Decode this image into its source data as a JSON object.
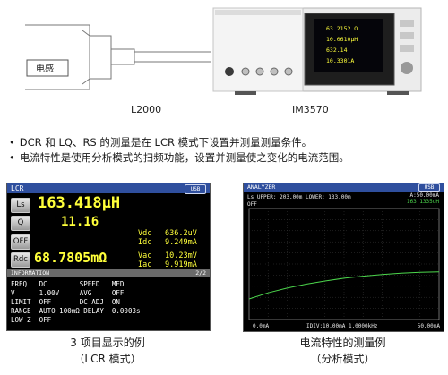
{
  "diagram": {
    "component_label": "电感",
    "fixture_label": "L2000",
    "instrument_label": "IM3570",
    "instrument_screen": [
      "63.2152 Ω",
      "10.0610μH",
      "632.14",
      "10.3301A"
    ]
  },
  "bullets": [
    "DCR 和 LQ、RS 的测量是在 LCR 模式下设置并测量测量条件。",
    "电流特性是使用分析模式的扫频功能，设置并测量使之变化的电流范围。"
  ],
  "lcr_screen": {
    "title": "LCR",
    "usb": "USB",
    "params": [
      {
        "button": "Ls",
        "value": "163.418μH"
      },
      {
        "button": "Q",
        "value": "11.16"
      },
      {
        "button": "OFF",
        "value": ""
      },
      {
        "button": "Rdc",
        "value": "68.7805mΩ"
      }
    ],
    "monitor": [
      {
        "name": "Vdc",
        "value": "636.2uV"
      },
      {
        "name": "Idc",
        "value": "9.249mA"
      },
      {
        "name": "Vac",
        "value": "10.23mV"
      },
      {
        "name": "Iac",
        "value": "9.919mA"
      }
    ],
    "info_title": "INFORMATION",
    "info_page": "2/2",
    "info_rows": [
      "FREQ   DC        SPEED   MED",
      "V      1.00V     AVG     OFF",
      "LIMIT  OFF       DC ADJ  ON",
      "RANGE  AUTO 100mΩ DELAY  0.0003s",
      "LOW Z  OFF"
    ],
    "caption_line1": "3 项目显示的例",
    "caption_line2": "（LCR 模式）"
  },
  "analyzer_screen": {
    "title": "ANALYZER",
    "usb": "USB",
    "limits": "Ls UPPER: 203.00m  LOWER: 133.00m",
    "off_label": "OFF",
    "cursor_a": "A:50.00mA",
    "cursor_value": "163.1335uH",
    "x_start": "0.0mA",
    "x_end": "50.00mA",
    "x_info": "IDIV:10.00mA   1.0000kHz",
    "caption_line1": "电流特性的测量例",
    "caption_line2": "（分析模式）"
  },
  "chart_data": {
    "type": "line",
    "title": "",
    "xlabel": "",
    "ylabel": "",
    "x_unit": "mA",
    "y_unit": "H",
    "xlim": [
      0,
      50
    ],
    "ylim": [
      0.133,
      0.203
    ],
    "grid": true,
    "series": [
      {
        "x": [
          0,
          5,
          10,
          15,
          20,
          25,
          30,
          35,
          40,
          45,
          50
        ],
        "y": [
          0.146,
          0.1498,
          0.1528,
          0.1553,
          0.1573,
          0.159,
          0.1603,
          0.1614,
          0.1622,
          0.1628,
          0.1631
        ]
      }
    ],
    "colors": {
      "line": "#4cd64c",
      "grid": "#3a3a3a"
    }
  }
}
